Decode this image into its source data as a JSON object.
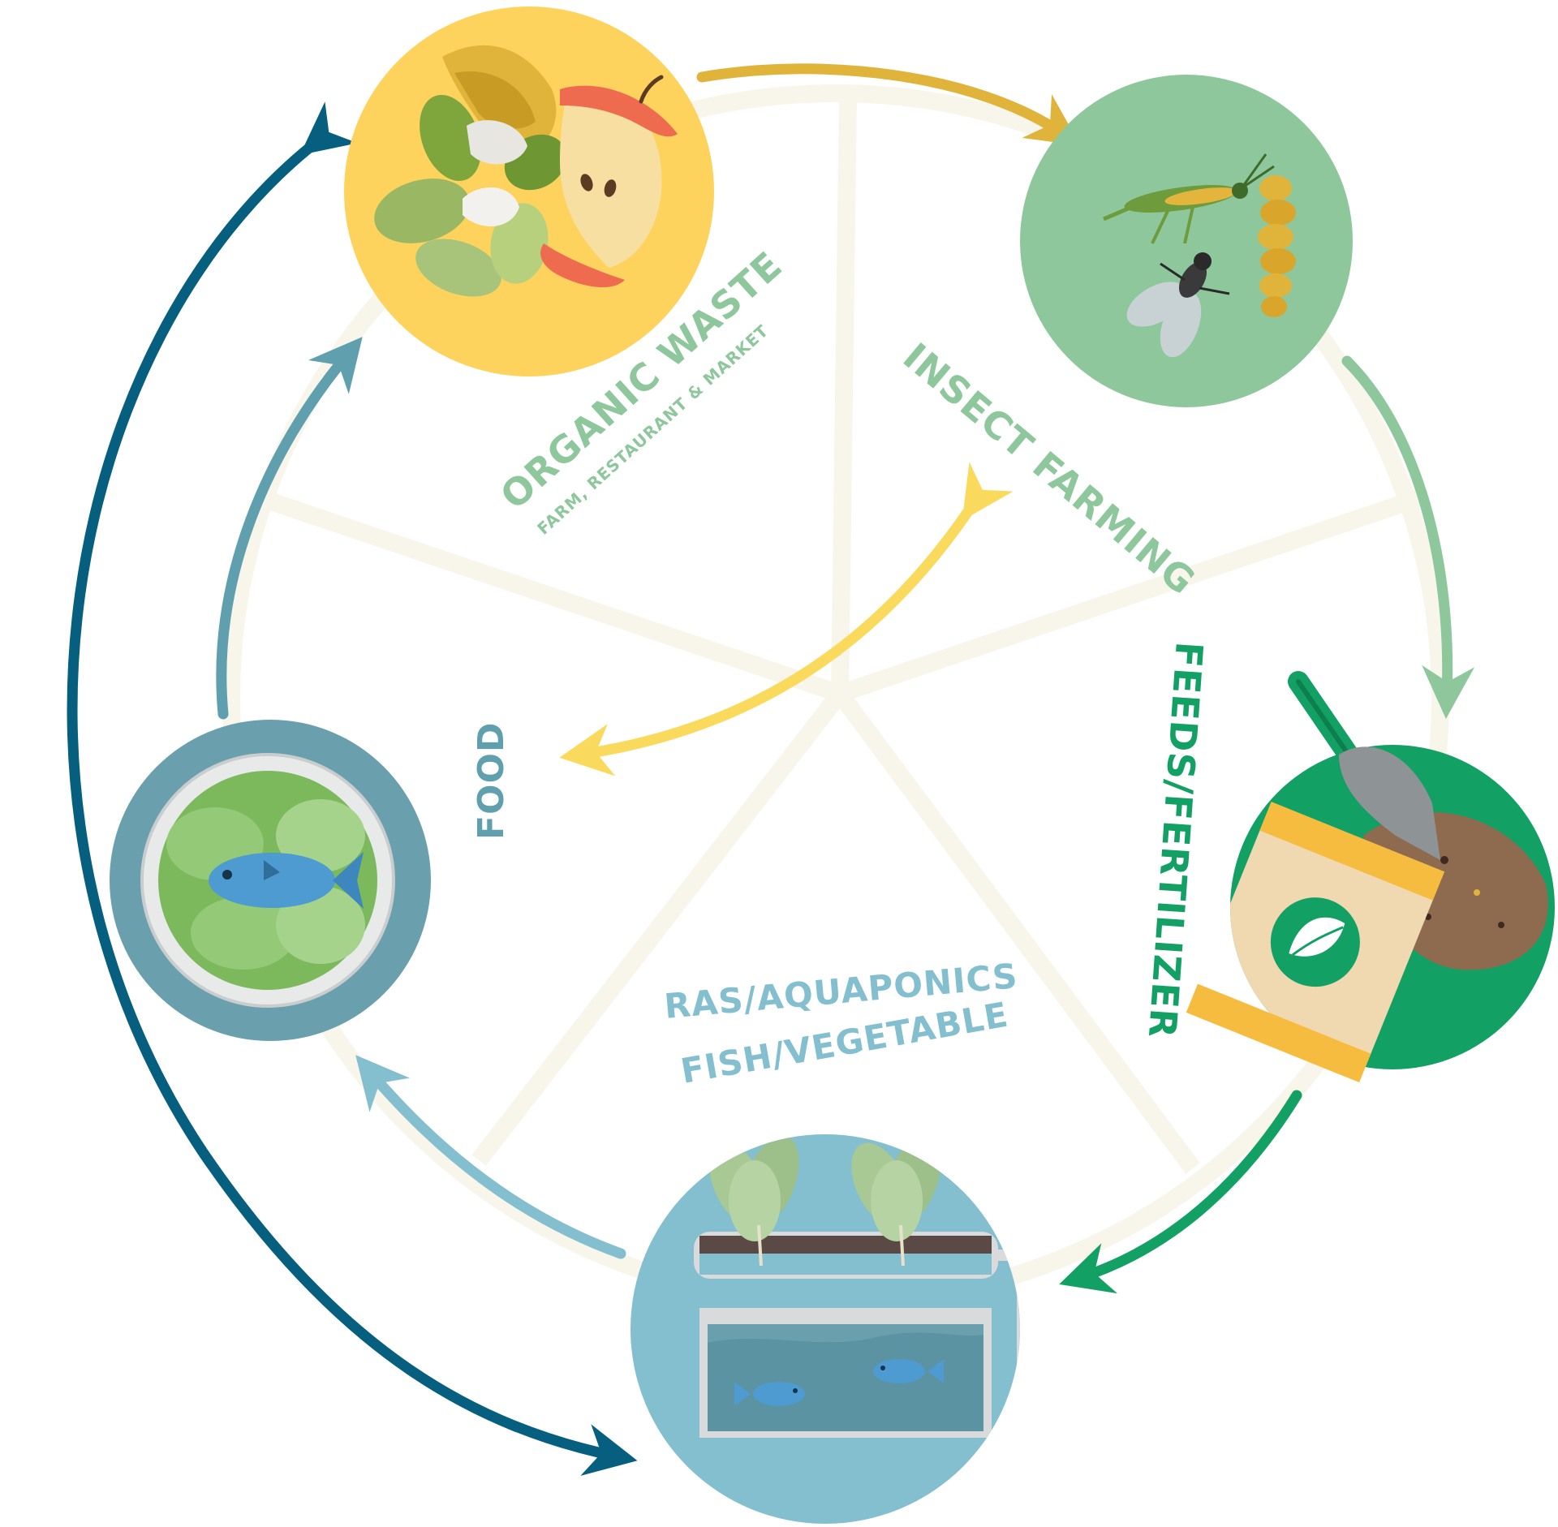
{
  "labels": {
    "organic_waste": "ORGANIC WASTE",
    "organic_waste_sub": "FARM, RESTAURANT & MARKET",
    "insect_farming": "INSECT FARMING",
    "feeds_fertilizer": "FEEDS/FERTILIZER",
    "ras_aquaponics": "RAS/AQUAPONICS",
    "fish_vegetable": "FISH/VEGETABLE",
    "food": "FOOD"
  },
  "nodes": [
    {
      "id": "organic-waste",
      "icon": "food-scraps-icon",
      "color": "#FDD35D"
    },
    {
      "id": "insect-farming",
      "icon": "insects-icon",
      "color": "#8FC79D"
    },
    {
      "id": "feeds-fertilizer",
      "icon": "fertilizer-bag-icon",
      "color": "#13A064"
    },
    {
      "id": "ras-aquaponics",
      "icon": "aquaponics-tank-icon",
      "color": "#84BFD0"
    },
    {
      "id": "food",
      "icon": "fish-plate-icon",
      "color": "#6A9FAE"
    }
  ],
  "colors": {
    "spokes": "#F8F5EA",
    "arrow_waste_to_insect": "#E0B43A",
    "arrow_insect_to_feeds": "#8FC79D",
    "arrow_feeds_to_ras": "#13A064",
    "arrow_ras_to_food": "#84BFD0",
    "arrow_food_to_waste": "#5F9FAE",
    "arrow_center": "#FADA5C",
    "arrow_outer": "#075F80",
    "text_green": "#8FC79D",
    "text_dark_green": "#13A064",
    "text_blue": "#84BFD0",
    "text_teal": "#5F9FAE"
  }
}
